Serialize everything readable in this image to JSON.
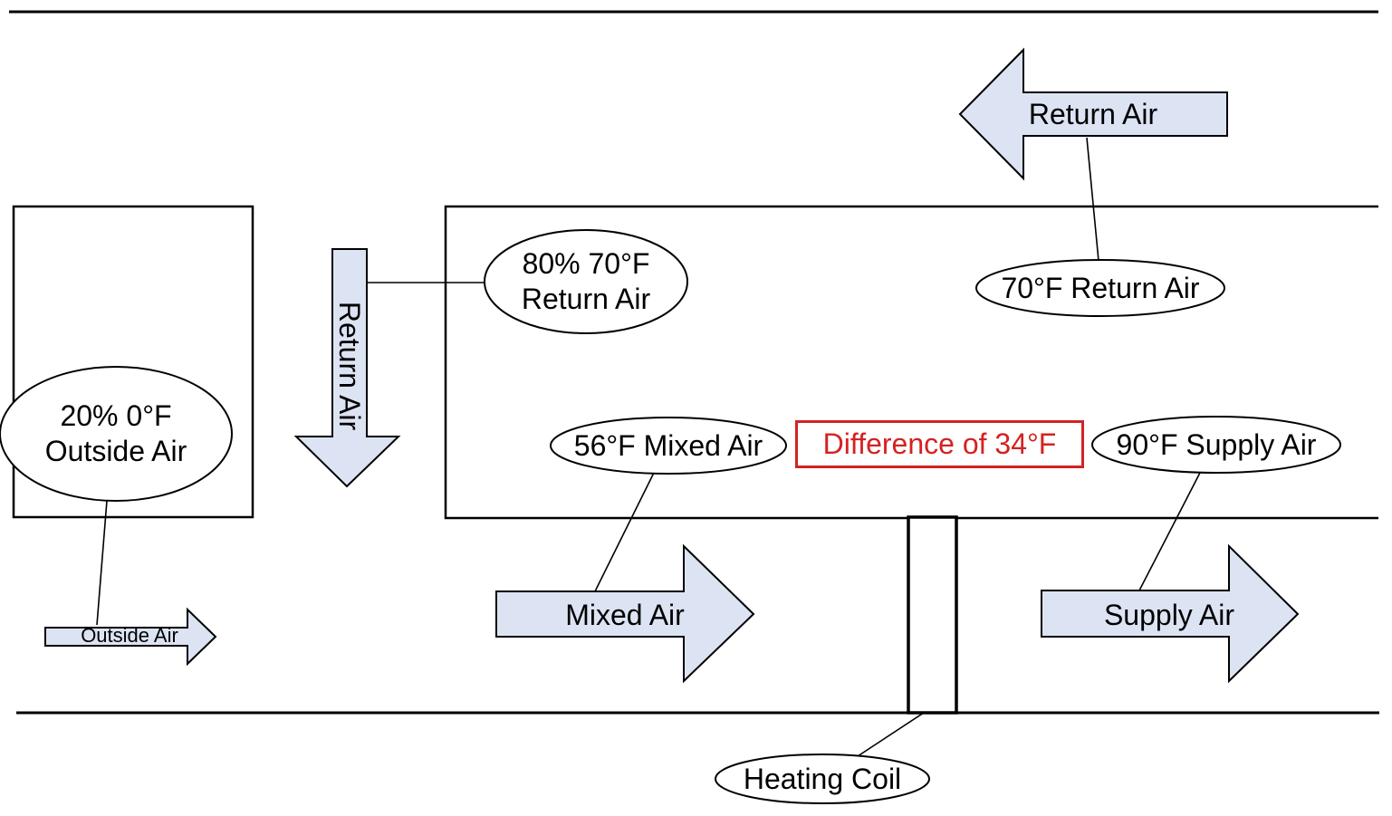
{
  "colors": {
    "arrow_fill": "#dce4f3",
    "line": "#000000",
    "accent_red": "#d42222",
    "background": "#ffffff"
  },
  "labels": {
    "return_air_top_arrow": "Return Air",
    "return_air_70_ellipse": "70°F Return Air",
    "return_air_80_ellipse_line1": "80% 70°F",
    "return_air_80_ellipse_line2": "Return Air",
    "return_air_down_arrow": "Return Air",
    "outside_air_ellipse_line1": "20% 0°F",
    "outside_air_ellipse_line2": "Outside Air",
    "outside_air_small_arrow": "Outside Air",
    "mixed_air_56_ellipse": "56°F Mixed Air",
    "difference_box": "Difference of 34°F",
    "supply_air_90_ellipse": "90°F Supply Air",
    "mixed_air_arrow": "Mixed Air",
    "supply_air_arrow": "Supply Air",
    "heating_coil_ellipse": "Heating Coil"
  }
}
